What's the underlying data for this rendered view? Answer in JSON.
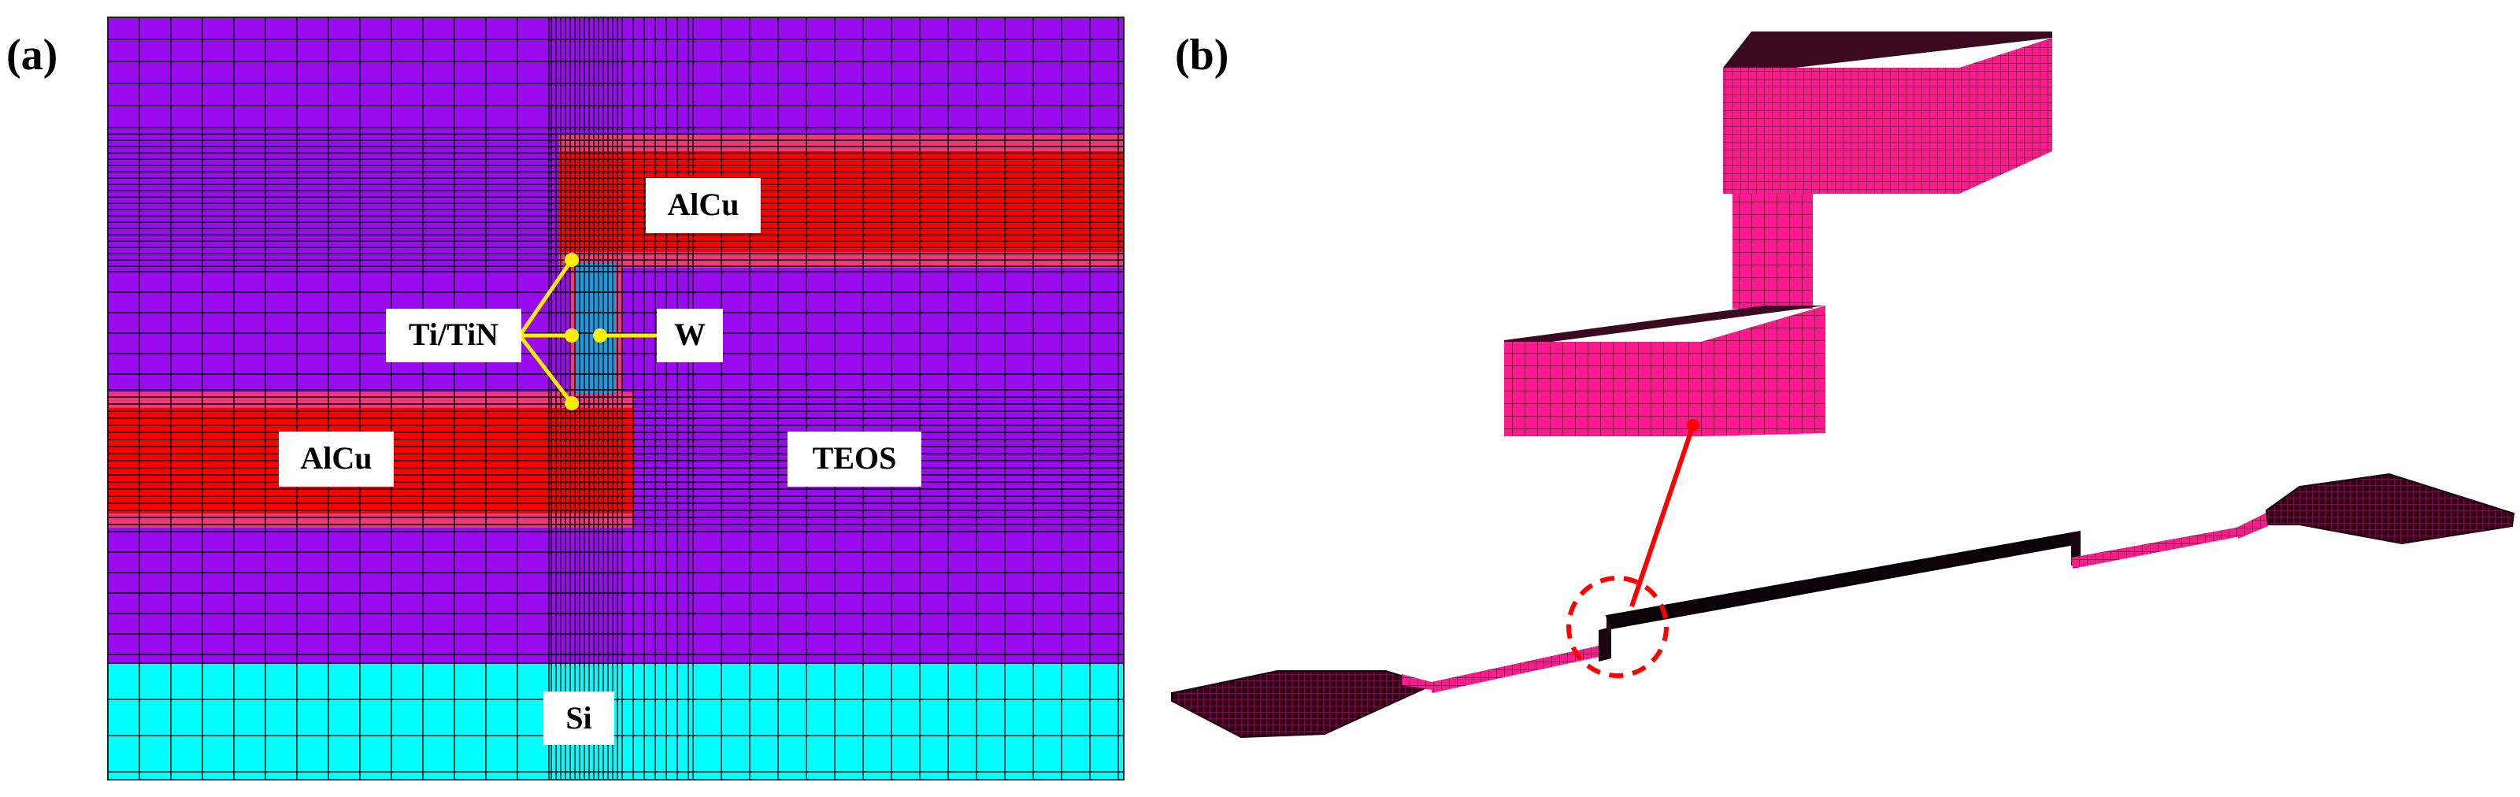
{
  "panels": {
    "a": {
      "label": "(a)",
      "materials": {
        "alcu_top": "AlCu",
        "alcu_bottom": "AlCu",
        "ti_tin": "Ti/TiN",
        "w": "W",
        "teos": "TEOS",
        "si": "Si"
      }
    },
    "b": {
      "label": "(b)"
    }
  },
  "colors": {
    "teos": "#9b0bf0",
    "alcu": "#ff0000",
    "interface": "#ea3a78",
    "si": "#00ffff",
    "w": "#1a9be0",
    "mesh_line": "#000000",
    "callout": "#ffee00",
    "mesh_3d": "#ff1a8c",
    "mesh_3d_dark": "#5a0b33",
    "pointer": "#ff0000"
  }
}
